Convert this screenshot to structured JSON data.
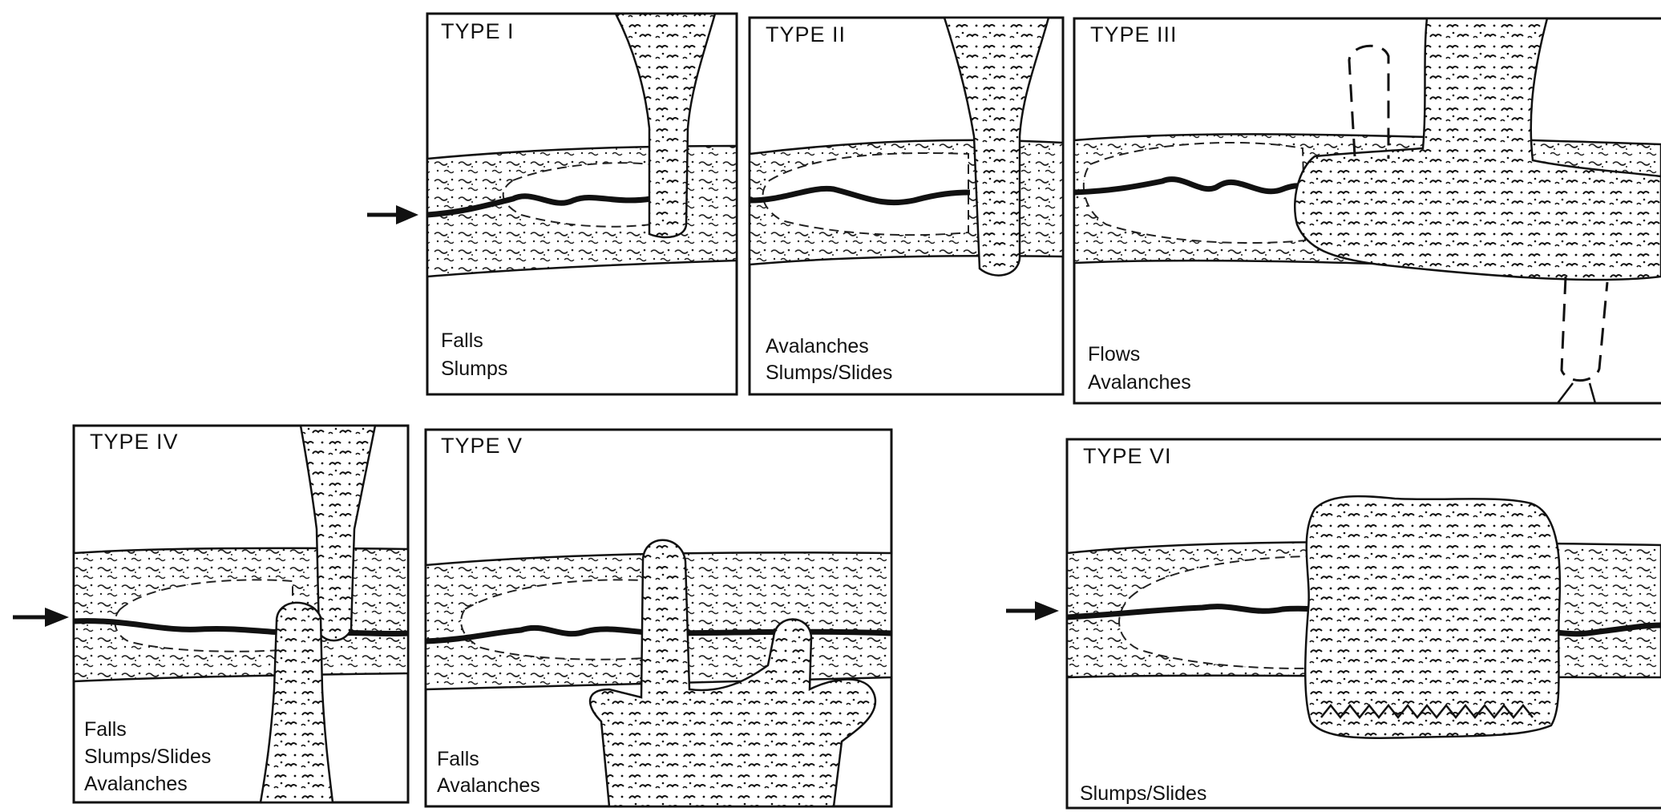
{
  "figure": {
    "panels": [
      {
        "id": "type-1",
        "title": "TYPE I",
        "caption_lines": [
          "Falls",
          "Slumps"
        ]
      },
      {
        "id": "type-2",
        "title": "TYPE II",
        "caption_lines": [
          "Avalanches",
          "Slumps/Slides"
        ]
      },
      {
        "id": "type-3",
        "title": "TYPE III",
        "caption_lines": [
          "Flows",
          "Avalanches"
        ]
      },
      {
        "id": "type-4",
        "title": "TYPE IV",
        "caption_lines": [
          "Falls",
          "Slumps/Slides",
          "Avalanches"
        ]
      },
      {
        "id": "type-5",
        "title": "TYPE V",
        "caption_lines": [
          "Falls",
          "Avalanches"
        ]
      },
      {
        "id": "type-6",
        "title": "TYPE VI",
        "caption_lines": [
          "Slumps/Slides"
        ]
      }
    ],
    "colors": {
      "ink": "#111111",
      "paper": "#ffffff"
    },
    "flow_arrow_icon": "right-arrow-icon"
  }
}
